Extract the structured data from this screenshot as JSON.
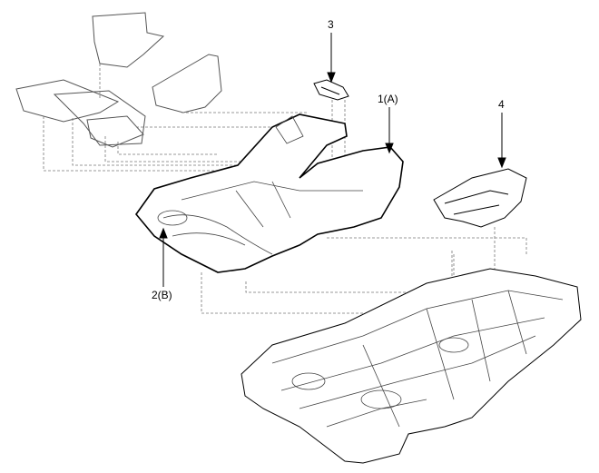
{
  "diagram": {
    "callouts": [
      {
        "id": "3",
        "text": "3"
      },
      {
        "id": "1A",
        "text": "1(A)"
      },
      {
        "id": "4",
        "text": "4"
      },
      {
        "id": "2B",
        "text": "2(B)"
      }
    ]
  }
}
